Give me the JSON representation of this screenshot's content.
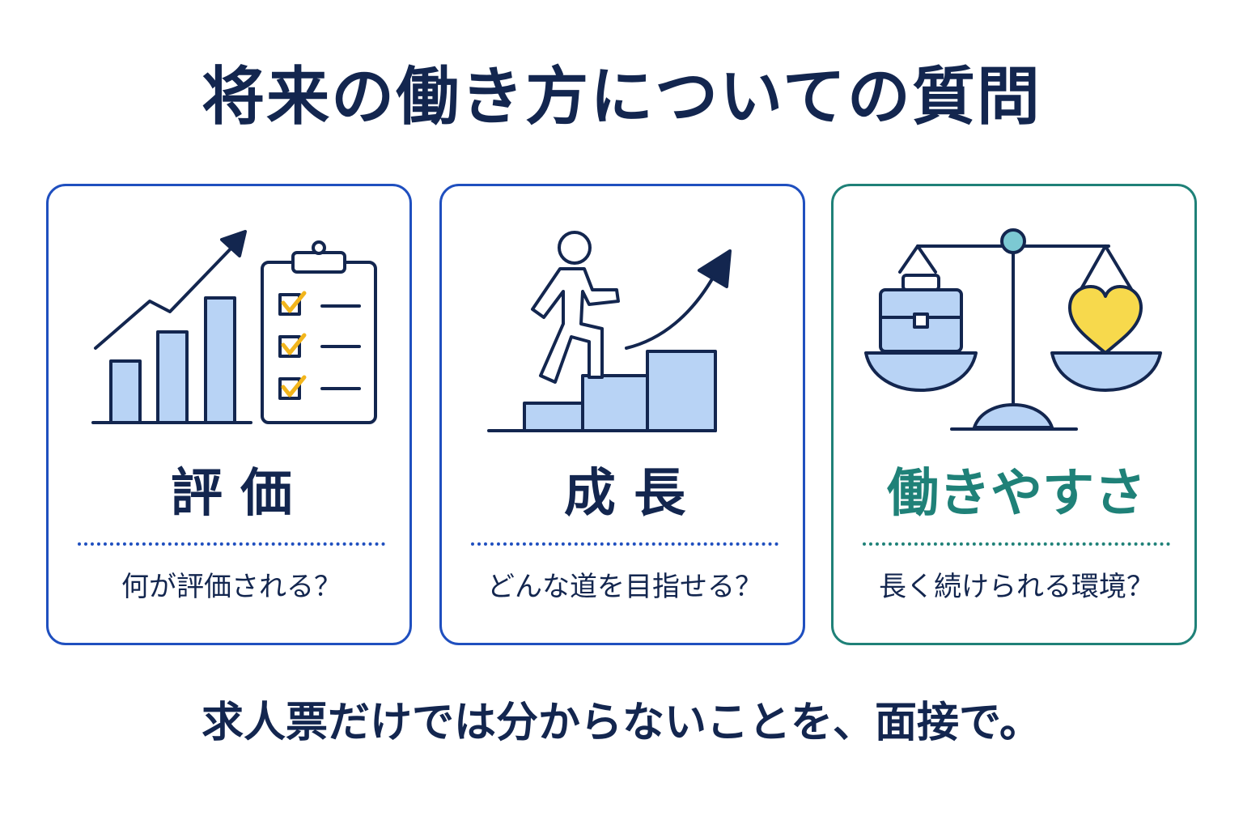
{
  "title": "将来の働き方についての質問",
  "cards": [
    {
      "title": "評 価",
      "question": "何が評価される？",
      "icon": "chart-clipboard-icon",
      "accent": "#1f4fbf"
    },
    {
      "title": "成 長",
      "question": "どんな道を目指せる？",
      "icon": "climbing-stairs-icon",
      "accent": "#1f4fbf"
    },
    {
      "title": "働きやすさ",
      "question": "長く続けられる環境？",
      "icon": "balance-scale-icon",
      "accent": "#1f8178"
    }
  ],
  "footer": "求人票だけでは分からないことを、面接で。",
  "colors": {
    "navy": "#13264f",
    "blue_border": "#1f4fbf",
    "teal": "#1f8178",
    "light_blue_fill": "#b8d3f5",
    "check_yellow": "#f2b51c",
    "heart_yellow": "#f7d94c",
    "pivot_teal": "#7cc9d3"
  }
}
